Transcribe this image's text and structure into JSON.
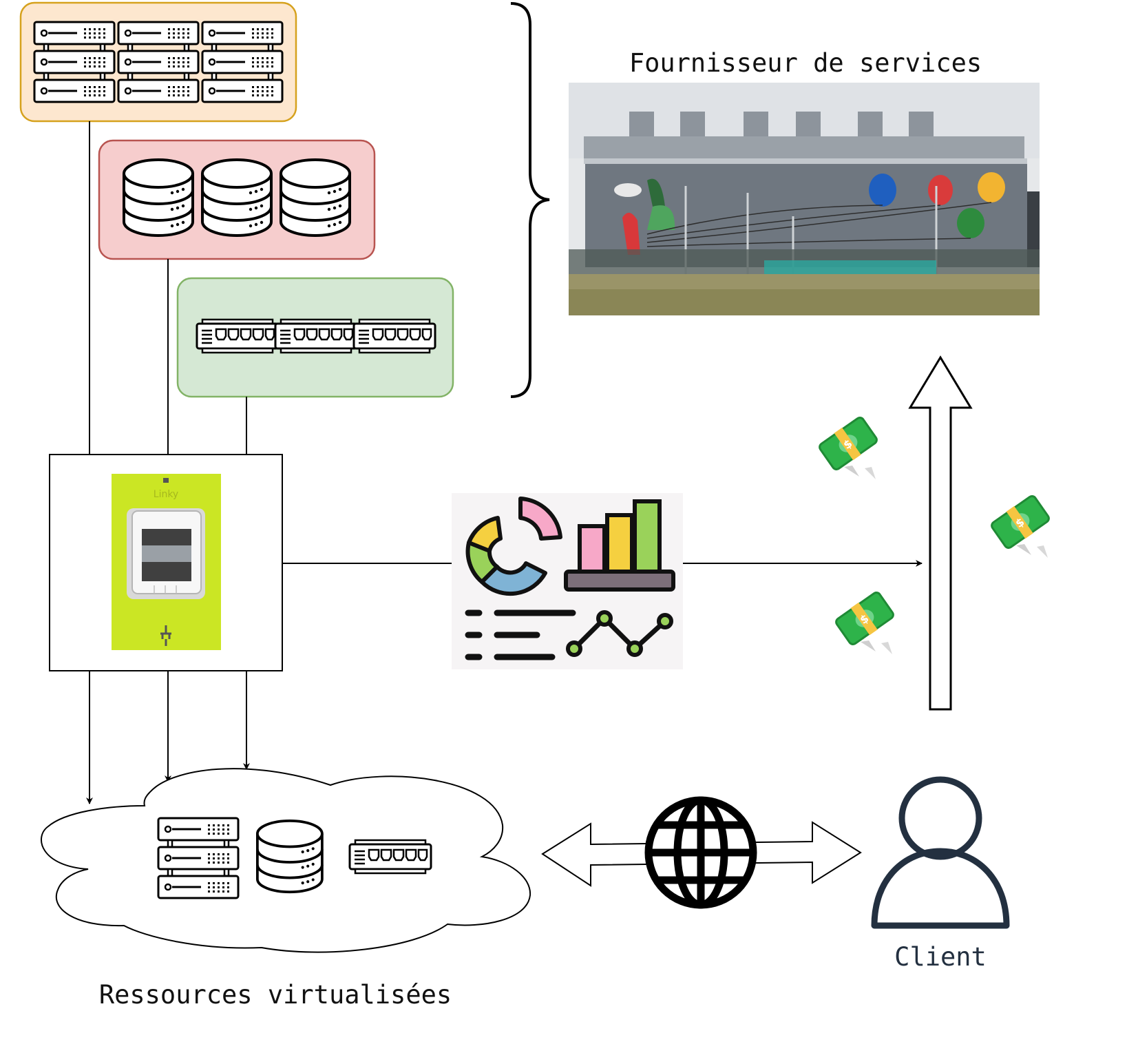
{
  "labels": {
    "provider": "Fournisseur de services",
    "virtual_resources": "Ressources virtualisées",
    "client": "Client"
  },
  "meter": {
    "brand": "Linky"
  },
  "colors": {
    "servers_fill": "#fde7cf",
    "servers_stroke": "#d6a21e",
    "storage_fill": "#f6cdcd",
    "storage_stroke": "#b85450",
    "network_fill": "#d5e8d4",
    "network_stroke": "#82b366",
    "meter_green": "#cbe624",
    "client_stroke": "#233040",
    "money_green": "#2eb34a",
    "money_band": "#f5c542"
  },
  "icons": [
    "server-rack-icon",
    "database-icon",
    "network-switch-icon",
    "linky-meter-icon",
    "analytics-dashboard-icon",
    "money-icon",
    "globe-icon",
    "user-icon",
    "cloud-shape",
    "datacenter-photo"
  ]
}
